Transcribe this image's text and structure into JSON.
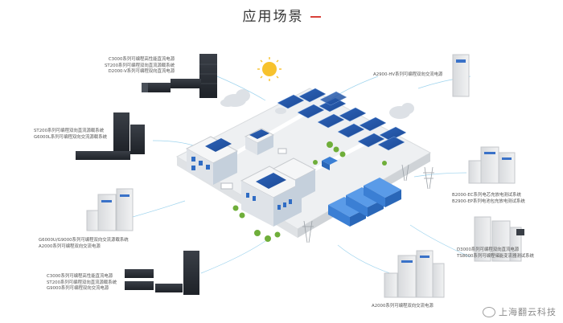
{
  "title": "应用场景",
  "accent_color": "#d9413a",
  "labels": {
    "top_left": [
      "C3000系列可编程高性能直流电源",
      "ST200系列可编程双向直流源载系统",
      "D2000-V系列可编程双向直流电源"
    ],
    "top_right": [
      "A2900-HV系列可编程双向交流电源"
    ],
    "mid_left": [
      "ST200系列可编程双向直流源载系统",
      "G6000L系列可编程双向交流源载系统"
    ],
    "mid_right": [
      "B2000-EC系列电芯充放电测试系统",
      "B2900-EP系列电池包充放电测试系统"
    ],
    "lower_left": [
      "G6000U/G9000系列可编程双向交流源载系统",
      "A2000系列可编程双向交流电源"
    ],
    "lower_right": [
      "D3000系列可编程双向直流电源",
      "TS8000系列可编程储能变流器测试系统"
    ],
    "bottom_left": [
      "C3000系列可编程高性能直流电源",
      "ST200系列可编程双向直流源载系统",
      "G9000系列可编程双向交流电源"
    ],
    "bottom_center": [
      "A2000系列可编程双向交流电源"
    ]
  },
  "watermark": "上海翻云科技"
}
